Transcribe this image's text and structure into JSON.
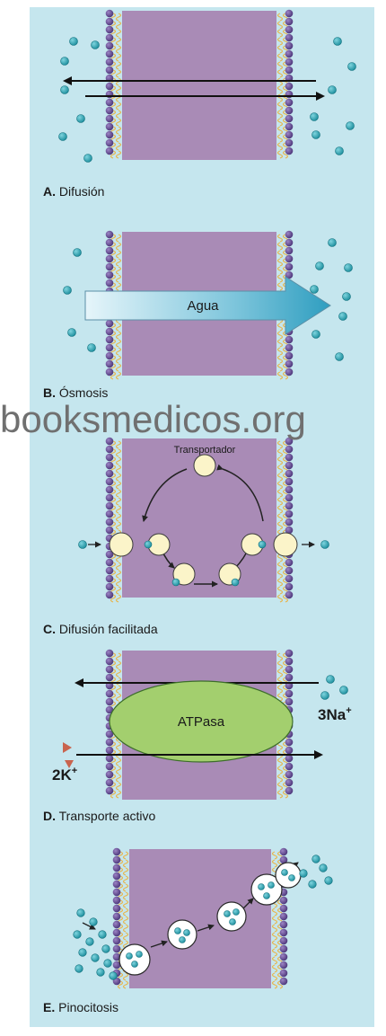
{
  "watermark": "booksmedicos.org",
  "panels": {
    "a": {
      "letter": "A.",
      "title": "Difusión"
    },
    "b": {
      "letter": "B.",
      "title": "Ósmosis",
      "arrow_label": "Agua"
    },
    "c": {
      "letter": "C.",
      "title": "Difusión facilitada",
      "carrier_label": "Transportador"
    },
    "d": {
      "letter": "D.",
      "title": "Transporte activo",
      "pump_label": "ATPasa",
      "ion_left": "2K",
      "ion_left_charge": "+",
      "ion_right": "3Na",
      "ion_right_charge": "+"
    },
    "e": {
      "letter": "E.",
      "title": "Pinocitosis"
    }
  },
  "colors": {
    "background": "#c5e6ee",
    "membrane_interior": "#a98bb6",
    "phospholipid_head": "#6a4f97",
    "lipid_tail": "#e7b64f",
    "solute": "#2ba6b5",
    "carrier": "#fbf4c9",
    "atpase": "#a3cf6e",
    "water_arrow": "#4fb3cf",
    "potassium": "#c9644e"
  }
}
